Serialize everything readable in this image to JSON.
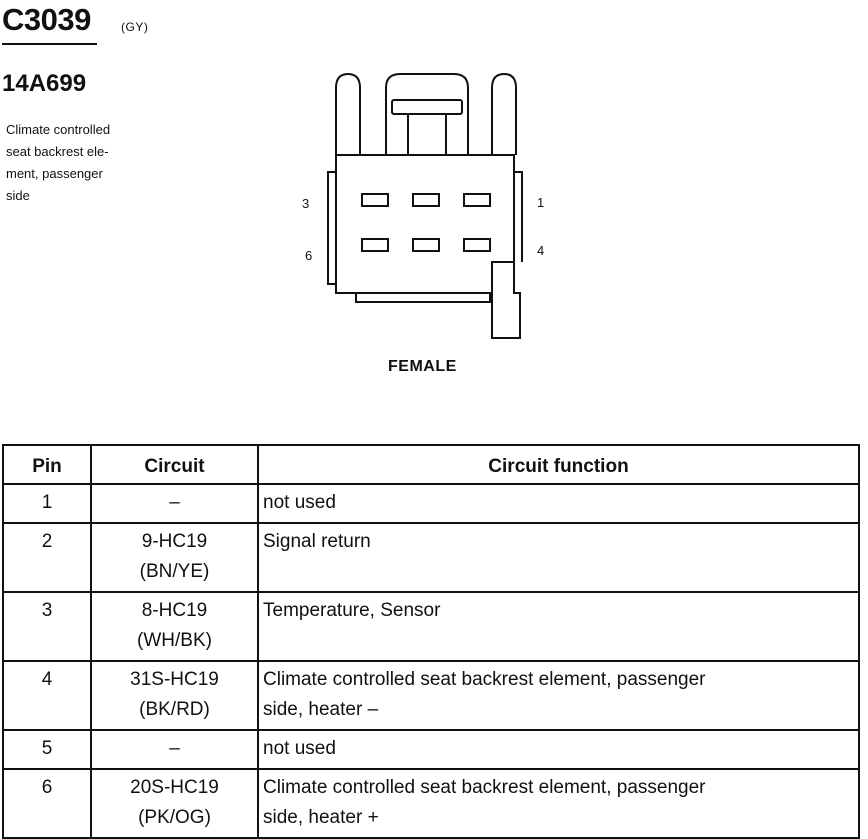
{
  "connector": {
    "id": "C3039",
    "color_code": "(GY)",
    "part_number": "14A699",
    "description_lines": [
      "Climate controlled",
      "seat backrest ele-",
      "ment, passenger",
      "side"
    ]
  },
  "diagram": {
    "pin_labels": {
      "top_left": "3",
      "top_right": "1",
      "bottom_left": "6",
      "bottom_right": "4"
    },
    "gender": "FEMALE"
  },
  "table": {
    "headers": {
      "pin": "Pin",
      "circuit": "Circuit",
      "function": "Circuit function"
    },
    "rows": [
      {
        "pin": "1",
        "circuit": [
          "–"
        ],
        "function": [
          "not used"
        ]
      },
      {
        "pin": "2",
        "circuit": [
          "9-HC19",
          "(BN/YE)"
        ],
        "function": [
          "Signal return"
        ]
      },
      {
        "pin": "3",
        "circuit": [
          "8-HC19",
          "(WH/BK)"
        ],
        "function": [
          "Temperature, Sensor"
        ]
      },
      {
        "pin": "4",
        "circuit": [
          "31S-HC19",
          "(BK/RD)"
        ],
        "function": [
          "Climate controlled seat backrest element, passenger",
          "side, heater –"
        ]
      },
      {
        "pin": "5",
        "circuit": [
          "–"
        ],
        "function": [
          "not used"
        ]
      },
      {
        "pin": "6",
        "circuit": [
          "20S-HC19",
          "(PK/OG)"
        ],
        "function": [
          "Climate controlled seat backrest element, passenger",
          "side, heater +"
        ]
      }
    ]
  }
}
